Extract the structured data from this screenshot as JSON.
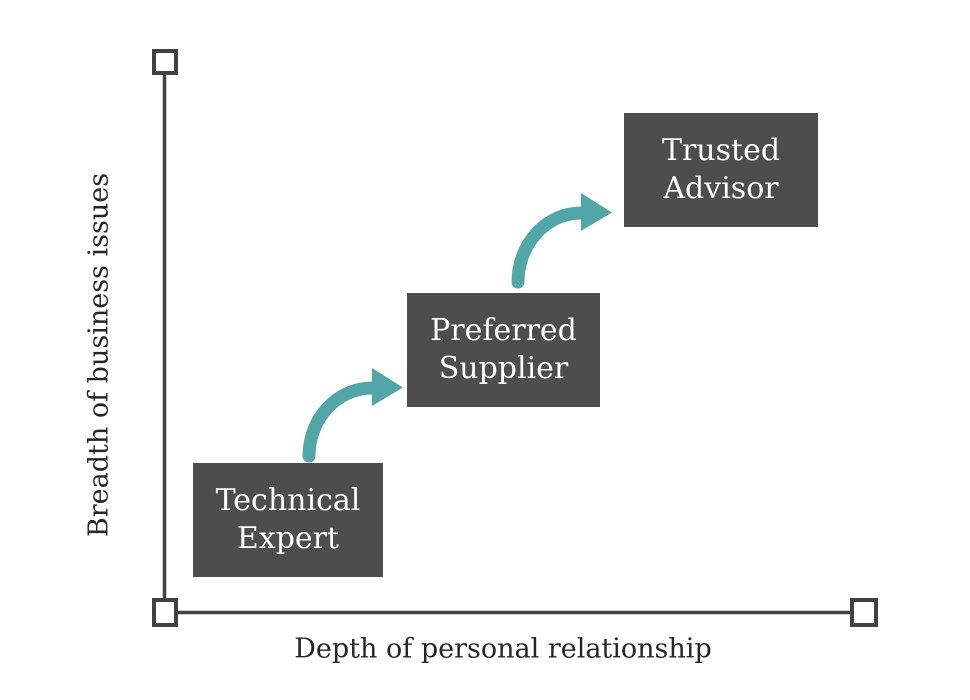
{
  "diagram": {
    "type": "progression-diagram",
    "x_axis": {
      "label": "Depth of personal relationship"
    },
    "y_axis": {
      "label": "Breadth of business issues"
    },
    "stages": [
      {
        "label": "Technical Expert"
      },
      {
        "label": "Preferred Supplier"
      },
      {
        "label": "Trusted Advisor"
      }
    ],
    "arrows": [
      {
        "from": "Technical Expert",
        "to": "Preferred Supplier"
      },
      {
        "from": "Preferred Supplier",
        "to": "Trusted Advisor"
      }
    ],
    "colors": {
      "background": "#ffffff",
      "box_bg": "#4d4d4d",
      "box_text": "#fdfdfd",
      "axis": "#424242",
      "arrow": "#53a6a8",
      "label_text": "#262626"
    }
  }
}
